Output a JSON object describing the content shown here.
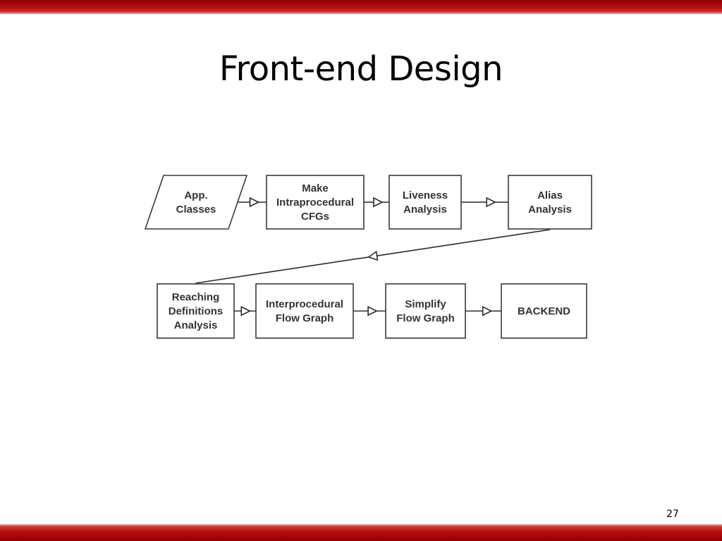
{
  "slide": {
    "title": "Front-end Design",
    "number": "27",
    "band_color": "#b80f0f"
  },
  "diagram": {
    "nodes": [
      {
        "id": "app-classes",
        "shape": "parallelogram",
        "lines": [
          "App.",
          "Classes"
        ]
      },
      {
        "id": "make-intraprocedural-cfgs",
        "shape": "rect",
        "lines": [
          "Make",
          "Intraprocedural",
          "CFGs"
        ]
      },
      {
        "id": "liveness-analysis",
        "shape": "rect",
        "lines": [
          "Liveness",
          "Analysis"
        ]
      },
      {
        "id": "alias-analysis",
        "shape": "rect",
        "lines": [
          "Alias",
          "Analysis"
        ]
      },
      {
        "id": "reaching-definitions-analysis",
        "shape": "rect",
        "lines": [
          "Reaching",
          "Definitions",
          "Analysis"
        ]
      },
      {
        "id": "interprocedural-flow-graph",
        "shape": "rect",
        "lines": [
          "Interprocedural",
          "Flow Graph"
        ]
      },
      {
        "id": "simplify-flow-graph",
        "shape": "rect",
        "lines": [
          "Simplify",
          "Flow Graph"
        ]
      },
      {
        "id": "backend",
        "shape": "rect",
        "lines": [
          "BACKEND"
        ]
      }
    ],
    "edges": [
      {
        "from": "app-classes",
        "to": "make-intraprocedural-cfgs"
      },
      {
        "from": "make-intraprocedural-cfgs",
        "to": "liveness-analysis"
      },
      {
        "from": "liveness-analysis",
        "to": "alias-analysis"
      },
      {
        "from": "alias-analysis",
        "to": "reaching-definitions-analysis"
      },
      {
        "from": "reaching-definitions-analysis",
        "to": "interprocedural-flow-graph"
      },
      {
        "from": "interprocedural-flow-graph",
        "to": "simplify-flow-graph"
      },
      {
        "from": "simplify-flow-graph",
        "to": "backend"
      }
    ]
  }
}
